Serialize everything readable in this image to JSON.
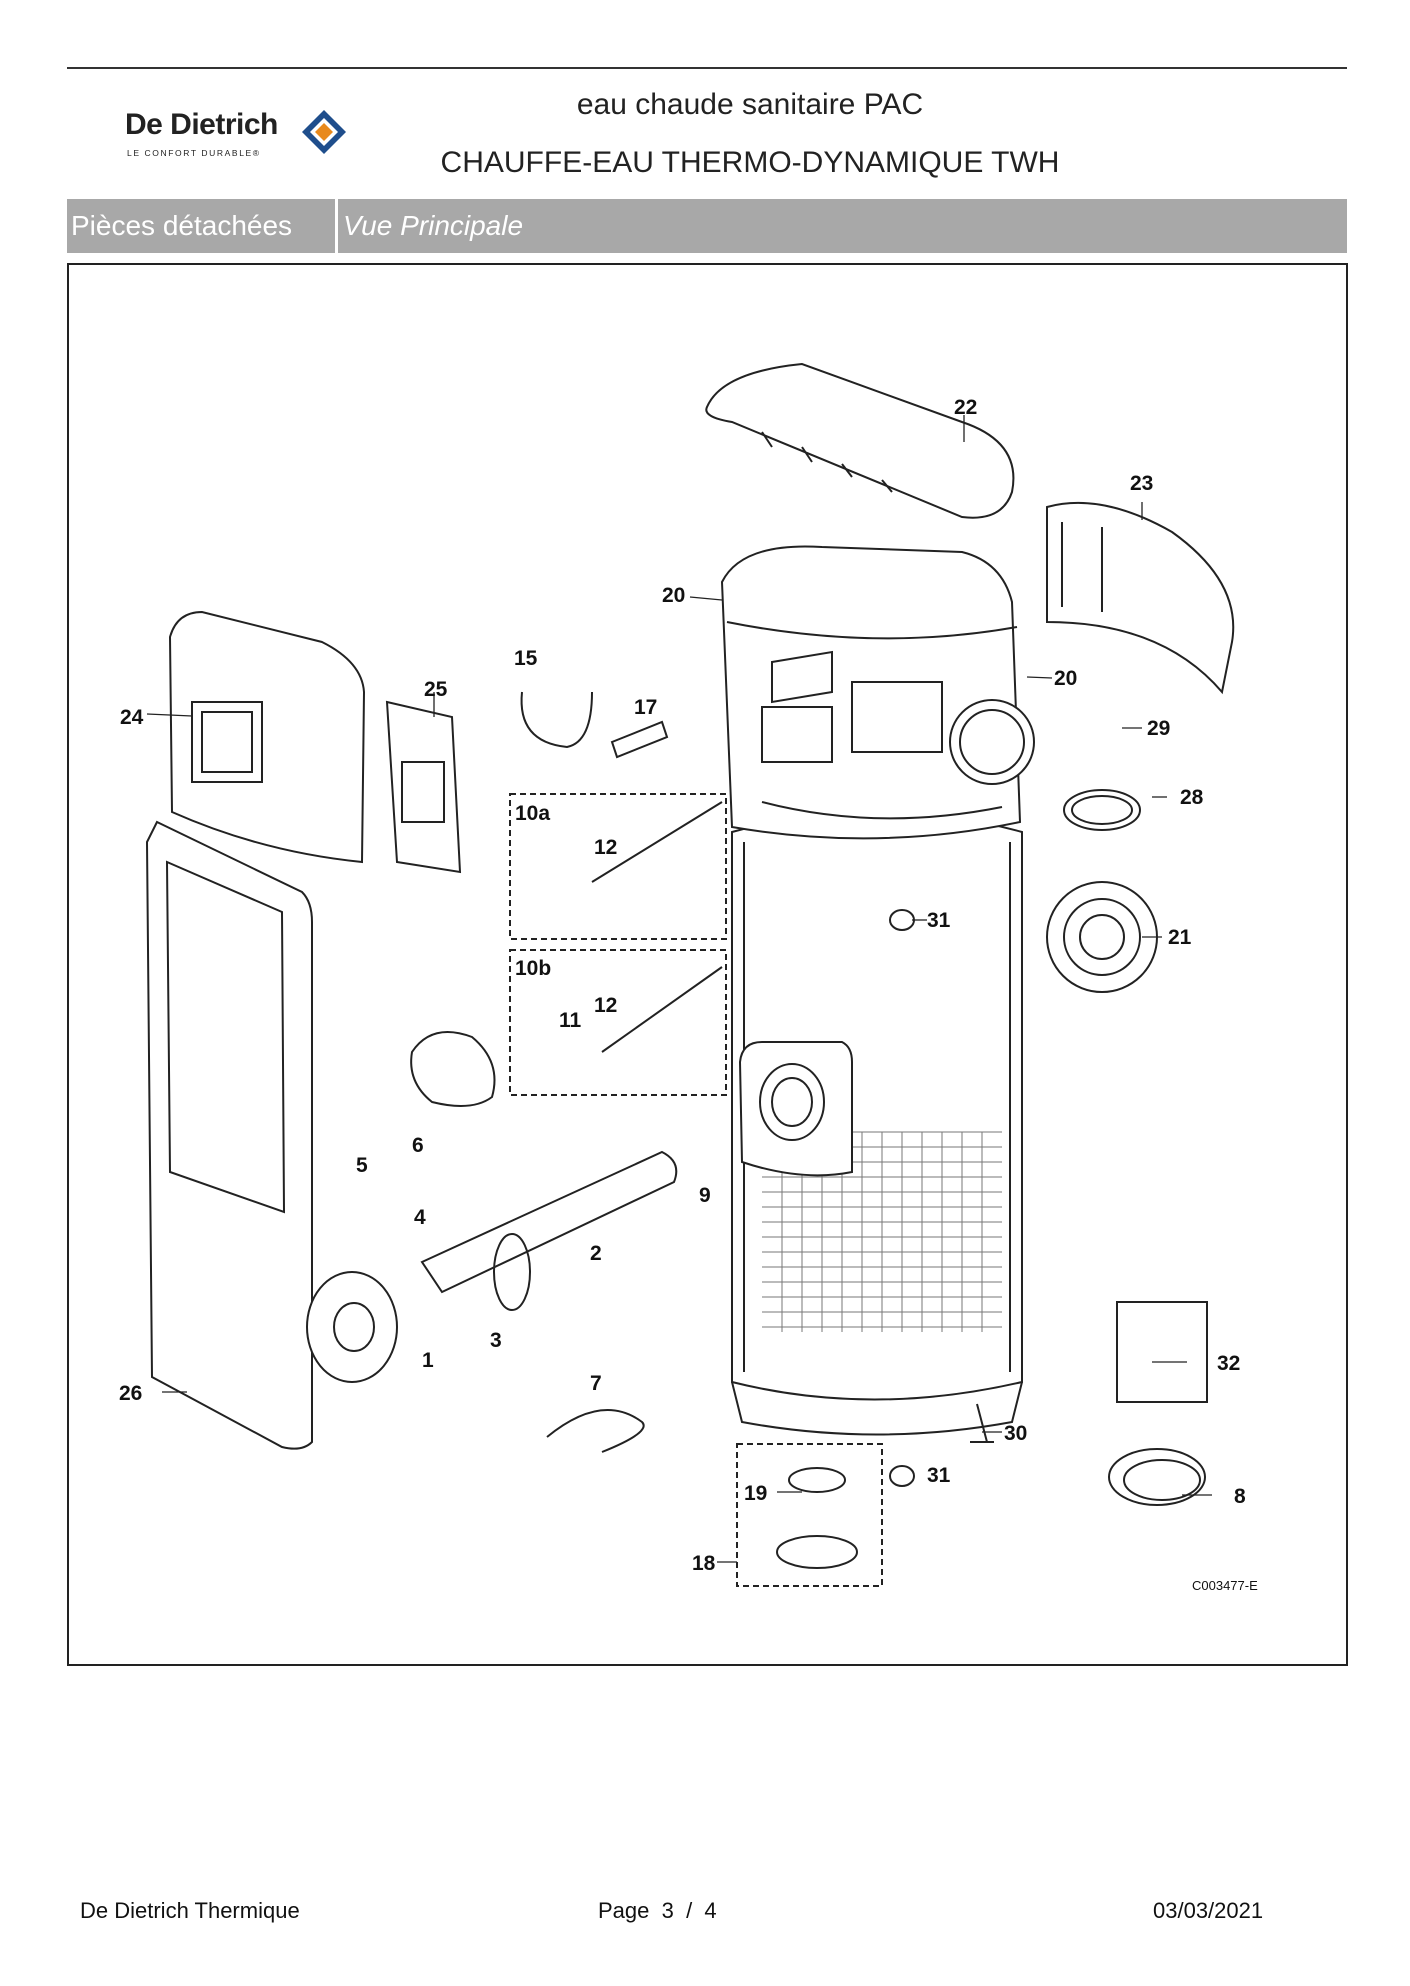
{
  "header": {
    "brand": "De Dietrich",
    "brand_tagline": "LE CONFORT DURABLE®",
    "title_line1": "eau chaude sanitaire PAC",
    "title_line2": "CHAUFFE-EAU THERMO-DYNAMIQUE TWH"
  },
  "section_bar": {
    "left_label": "Pièces détachées",
    "right_label": "Vue Principale"
  },
  "diagram": {
    "reference_code": "C003477-E",
    "part_numbers": [
      "22",
      "23",
      "20",
      "20",
      "24",
      "25",
      "15",
      "17",
      "29",
      "28",
      "10a",
      "12",
      "31",
      "21",
      "10b",
      "11",
      "12",
      "6",
      "9",
      "5",
      "4",
      "2",
      "3",
      "1",
      "32",
      "26",
      "7",
      "30",
      "19",
      "31",
      "8",
      "18"
    ]
  },
  "footer": {
    "company": "De Dietrich Thermique",
    "page_label": "Page  3  /  4",
    "date": "03/03/2021"
  },
  "colors": {
    "bar_background": "#a8a8a8",
    "logo_orange": "#e8891c",
    "logo_blue": "#1f4e8c"
  }
}
